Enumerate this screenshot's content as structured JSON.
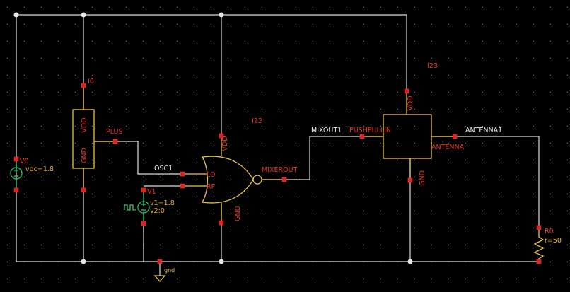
{
  "labels": {
    "i0": "I0",
    "i22": "I22",
    "i23": "I23",
    "v0": "V0",
    "v0_param": "vdc=1.8",
    "v1": "V1",
    "v1_p1": "v1=1.8",
    "v1_p2": "v2:0",
    "r0": "R0",
    "r0_param": "r=50",
    "gnd": "gnd"
  },
  "pins": {
    "vdd": "VDD",
    "gnd": "GND",
    "lo": "LO",
    "rf": "RF",
    "mixerout": "MIXEROUT",
    "pushpullin": "PUSHPULLIN",
    "antenna": "ANTENNA",
    "plus": "PLUS"
  },
  "nets": {
    "osc1": "OSC1",
    "mixout1": "MIXOUT1",
    "antenna1": "ANTENNA1"
  },
  "colors": {
    "background": "#000000",
    "wire": "#dcdcdc",
    "symbol": "#e8c24a",
    "pin": "#e02020",
    "pin_label": "#e83a2a",
    "net_label": "#f0f0f0",
    "source_symbol": "#35c46c"
  }
}
